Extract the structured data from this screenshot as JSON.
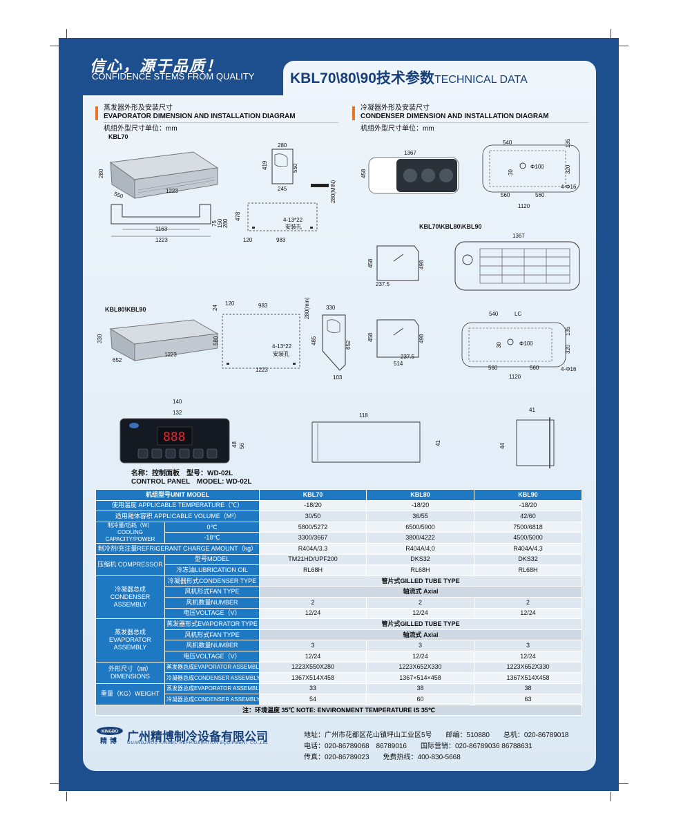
{
  "header": {
    "slogan_cn": "信心，源于品质！",
    "slogan_en": "CONFIDENCE STEMS FROM QUALITY",
    "title_main": "KBL70\\80\\90技术参数",
    "title_en": "TECHNICAL DATA"
  },
  "evaporator": {
    "heading_cn": "蒸发器外形及安装尺寸",
    "heading_en": "EVAPORATOR DIMENSION AND INSTALLATION DIAGRAM",
    "unit": "机组外型尺寸单位：mm",
    "model_a": "KBL70",
    "model_b": "KBL80\\KBL90",
    "a_dims": {
      "h": "280",
      "d": "550",
      "w": "1223",
      "side_w": "280",
      "side_h1": "419",
      "side_h2": "550",
      "side_b": "245",
      "min": "280(MIN)",
      "pl_w1": "1163",
      "pl_w2": "1223",
      "pl_h1": "75",
      "pl_h2": "150",
      "pl_h3": "280",
      "hole_h": "478",
      "hole_l": "120",
      "hole_w": "983",
      "hole_note": "4-13*22",
      "hole_note2": "安装孔"
    },
    "b_dims": {
      "h": "330",
      "d": "652",
      "w": "1223",
      "top_l": "120",
      "top_w": "983",
      "top_h": "24",
      "min": "280(min)",
      "left_h": "580",
      "bot_w": "1223",
      "hole_note": "4-13*22",
      "hole_note2": "安装孔",
      "side_w": "330",
      "side_h1": "485",
      "side_h2": "652",
      "side_b": "103"
    }
  },
  "condenser": {
    "heading_cn": "冷凝器外形及安装尺寸",
    "heading_en": "CONDENSER DIMENSION AND INSTALLATION DIAGRAM",
    "unit": "机组外型尺寸单位：mm",
    "model_label": "KBL70\\KBL80\\KBL90",
    "dims": {
      "w": "1367",
      "h": "458",
      "top_540": "540",
      "top_135": "135",
      "top_30": "30",
      "top_d": "Φ100",
      "top_320": "320",
      "top_hole": "4-Φ16",
      "top_560a": "560",
      "top_560b": "560",
      "top_1120": "1120",
      "side_458": "458",
      "side_498": "498",
      "side_2375": "237.5",
      "front_w": "1367",
      "lc": "LC",
      "side2_514": "514"
    }
  },
  "control_panel": {
    "w1": "140",
    "w2": "132",
    "h1": "48",
    "h2": "56",
    "display": "888",
    "name_cn": "名称：控制面板　型号：WD-02L",
    "name_en": "CONTROL PANEL　MODEL: WD-02L",
    "box_w": "118",
    "box_h": "41",
    "side_w": "41",
    "side_h": "44"
  },
  "spec_table": {
    "header": [
      "机组型号UNIT MODEL",
      "KBL70",
      "KBL80",
      "KBL90"
    ],
    "temp": [
      "使用温度 APPLICABLE TEMPERATURE（℃）",
      "-18/20",
      "-18/20",
      "-18/20"
    ],
    "volume": [
      "适用厢体容积 APPLICABLE VOLUME（M³）",
      "30/50",
      "36/55",
      "42/60"
    ],
    "cooling_label": "制冷量/功耗（W）COOLING CAPACITY/POWER",
    "cool_0": [
      "0℃",
      "5800/5272",
      "6500/5900",
      "7500/6818"
    ],
    "cool_18": [
      "-18℃",
      "3300/3667",
      "3800/4222",
      "4500/5000"
    ],
    "refrigerant": [
      "制冷剂/充注量REFRIGERANT CHARGE AMOUNT（kg）",
      "R404A/3.3",
      "R404A/4.0",
      "R404A/4.3"
    ],
    "compressor_label": "压缩机 COMPRESSOR",
    "comp_model": [
      "型号MODEL",
      "TM21HD/UPF200",
      "DKS32",
      "DKS32"
    ],
    "comp_oil": [
      "冷冻油LUBRICATION OIL",
      "RL68H",
      "RL68H",
      "RL68H"
    ],
    "condenser_label": "冷凝器总成 CONDENSER ASSEMBLY",
    "cond_type": [
      "冷凝器形式CONDENSER TYPE",
      "管片式GILLED TUBE TYPE"
    ],
    "cond_fan": [
      "风机形式FAN TYPE",
      "轴流式 Axial"
    ],
    "cond_num": [
      "风机数量NUMBER",
      "2",
      "2",
      "2"
    ],
    "cond_volt": [
      "电压VOLTAGE（V）",
      "12/24",
      "12/24",
      "12/24"
    ],
    "evaporator_label": "蒸发器总成 EVAPORATOR ASSEMBLY",
    "evap_type": [
      "蒸发器形式EVAPORATOR TYPE",
      "管片式GILLED TUBE TYPE"
    ],
    "evap_fan": [
      "风机形式FAN TYPE",
      "轴流式 Axial"
    ],
    "evap_num": [
      "风机数量NUMBER",
      "3",
      "3",
      "3"
    ],
    "evap_volt": [
      "电压VOLTAGE（V）",
      "12/24",
      "12/24",
      "12/24"
    ],
    "dimensions_label": "外形尺寸（㎜）DIMENSIONS",
    "dim_evap": [
      "蒸发器总成EVAPORATOR ASSEMBLY",
      "1223X550X280",
      "1223X652X330",
      "1223X652X330"
    ],
    "dim_cond": [
      "冷凝器总成CONDENSER ASSEMBLY",
      "1367X514X458",
      "1367×514×458",
      "1367X514X458"
    ],
    "weight_label": "重量（KG）WEIGHT",
    "wt_evap": [
      "蒸发器总成EVAPORATOR ASSEMBLY",
      "33",
      "38",
      "38"
    ],
    "wt_cond": [
      "冷凝器总成CONDENSER ASSEMBLY",
      "54",
      "60",
      "63"
    ],
    "note": "注：环境温度 35℃  NOTE: ENVIRONMENT TEMPERATURE IS 35℃"
  },
  "footer": {
    "logo_text": "KINGBO",
    "logo_cn": "精博",
    "company_cn": "广州精博制冷设备有限公司",
    "company_en": "GUANGZHOU KINGBO REFRIGERATION EQUIPMENT CO.,Ltd.",
    "address": "地址：广州市花都区花山镇坪山工业区5号　　邮编：510880　　总机：020-86789018",
    "phone": "电话：020-86789068　86789016　　国际营销：020-86789036  86788631",
    "fax": "传真：020-86789023　　免费热线：400-830-5668"
  }
}
